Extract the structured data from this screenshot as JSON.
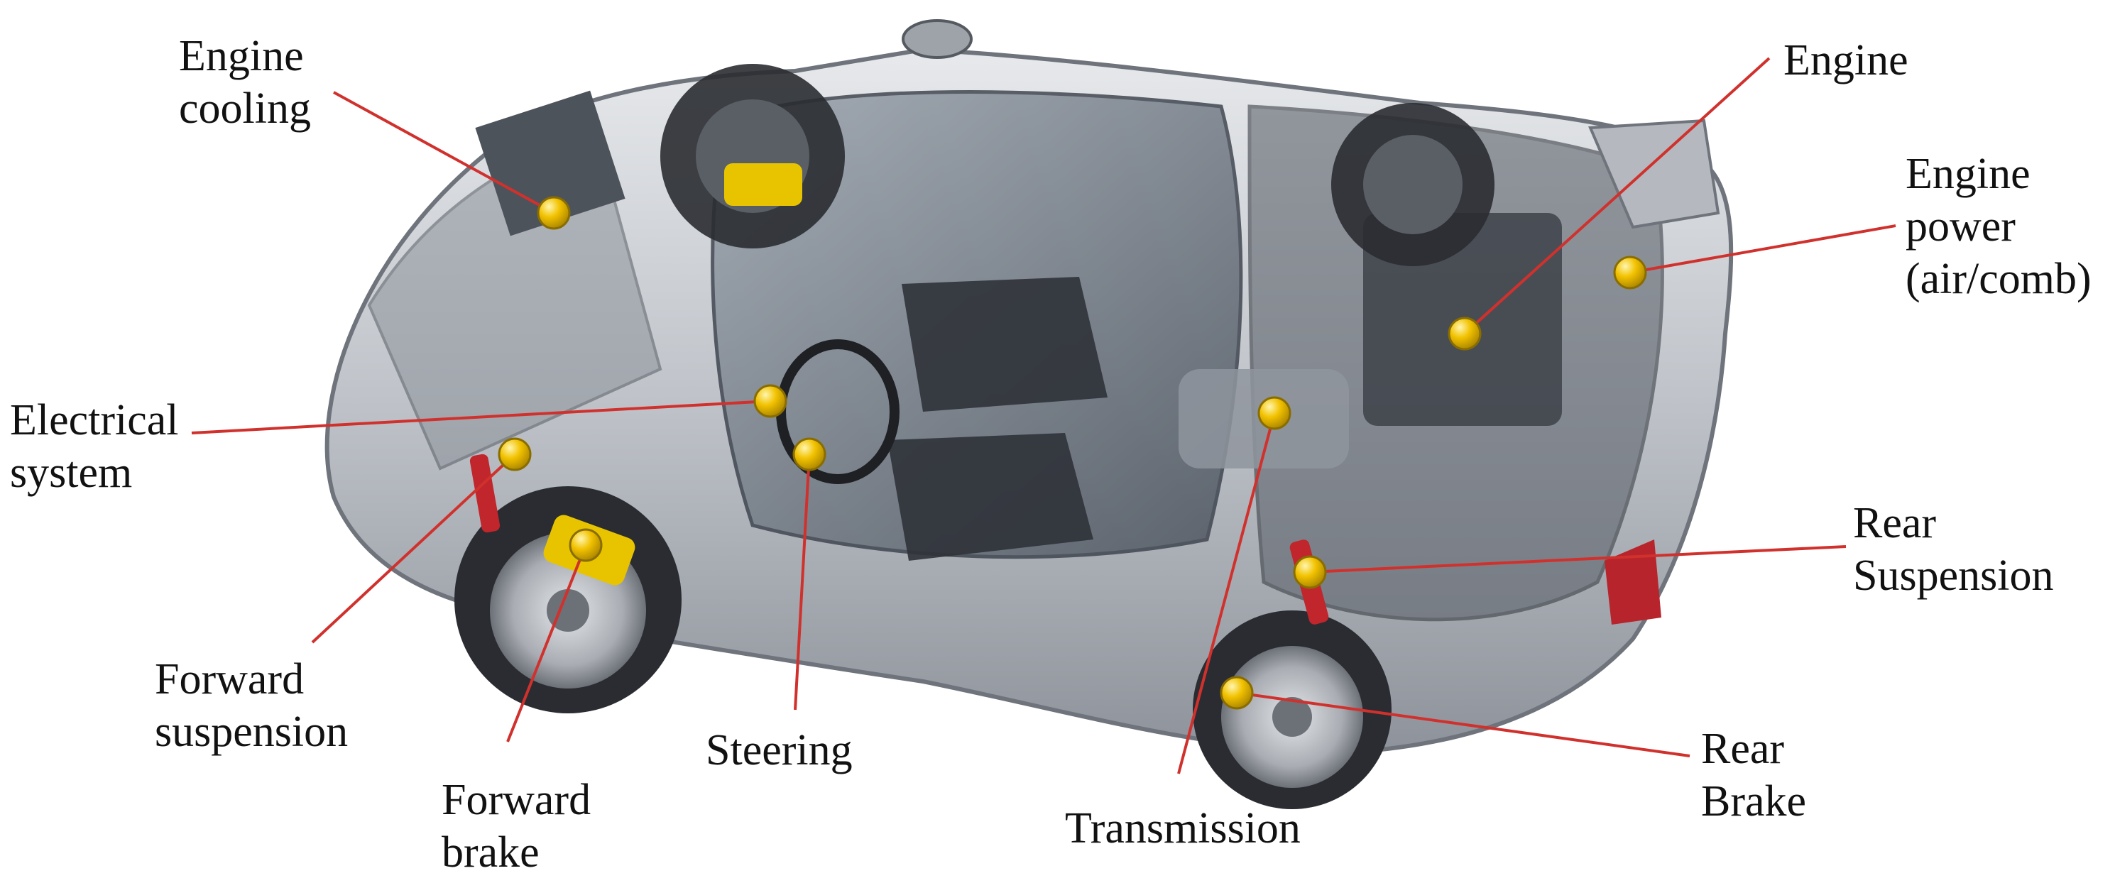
{
  "colors": {
    "leader_line": "#d0312d",
    "marker_fill": "#f2c200",
    "marker_highlight": "#fff6b0",
    "marker_stroke": "#8a6d00",
    "car_body": "#c9ccd1",
    "car_dark": "#3a3d44",
    "wheel_tyre": "#2a2c31",
    "brake_yellow": "#e8c400"
  },
  "labels": {
    "engine_cooling": [
      "Engine",
      "cooling"
    ],
    "electrical_system": [
      "Electrical",
      "system"
    ],
    "forward_suspension": [
      "Forward",
      "suspension"
    ],
    "forward_brake": [
      "Forward",
      "brake"
    ],
    "steering": [
      "Steering"
    ],
    "transmission": [
      "Transmission"
    ],
    "engine": [
      "Engine"
    ],
    "engine_power": [
      "Engine",
      "power",
      "(air/comb)"
    ],
    "rear_suspension": [
      "Rear",
      "Suspension"
    ],
    "rear_brake": [
      "Rear",
      "Brake"
    ]
  }
}
